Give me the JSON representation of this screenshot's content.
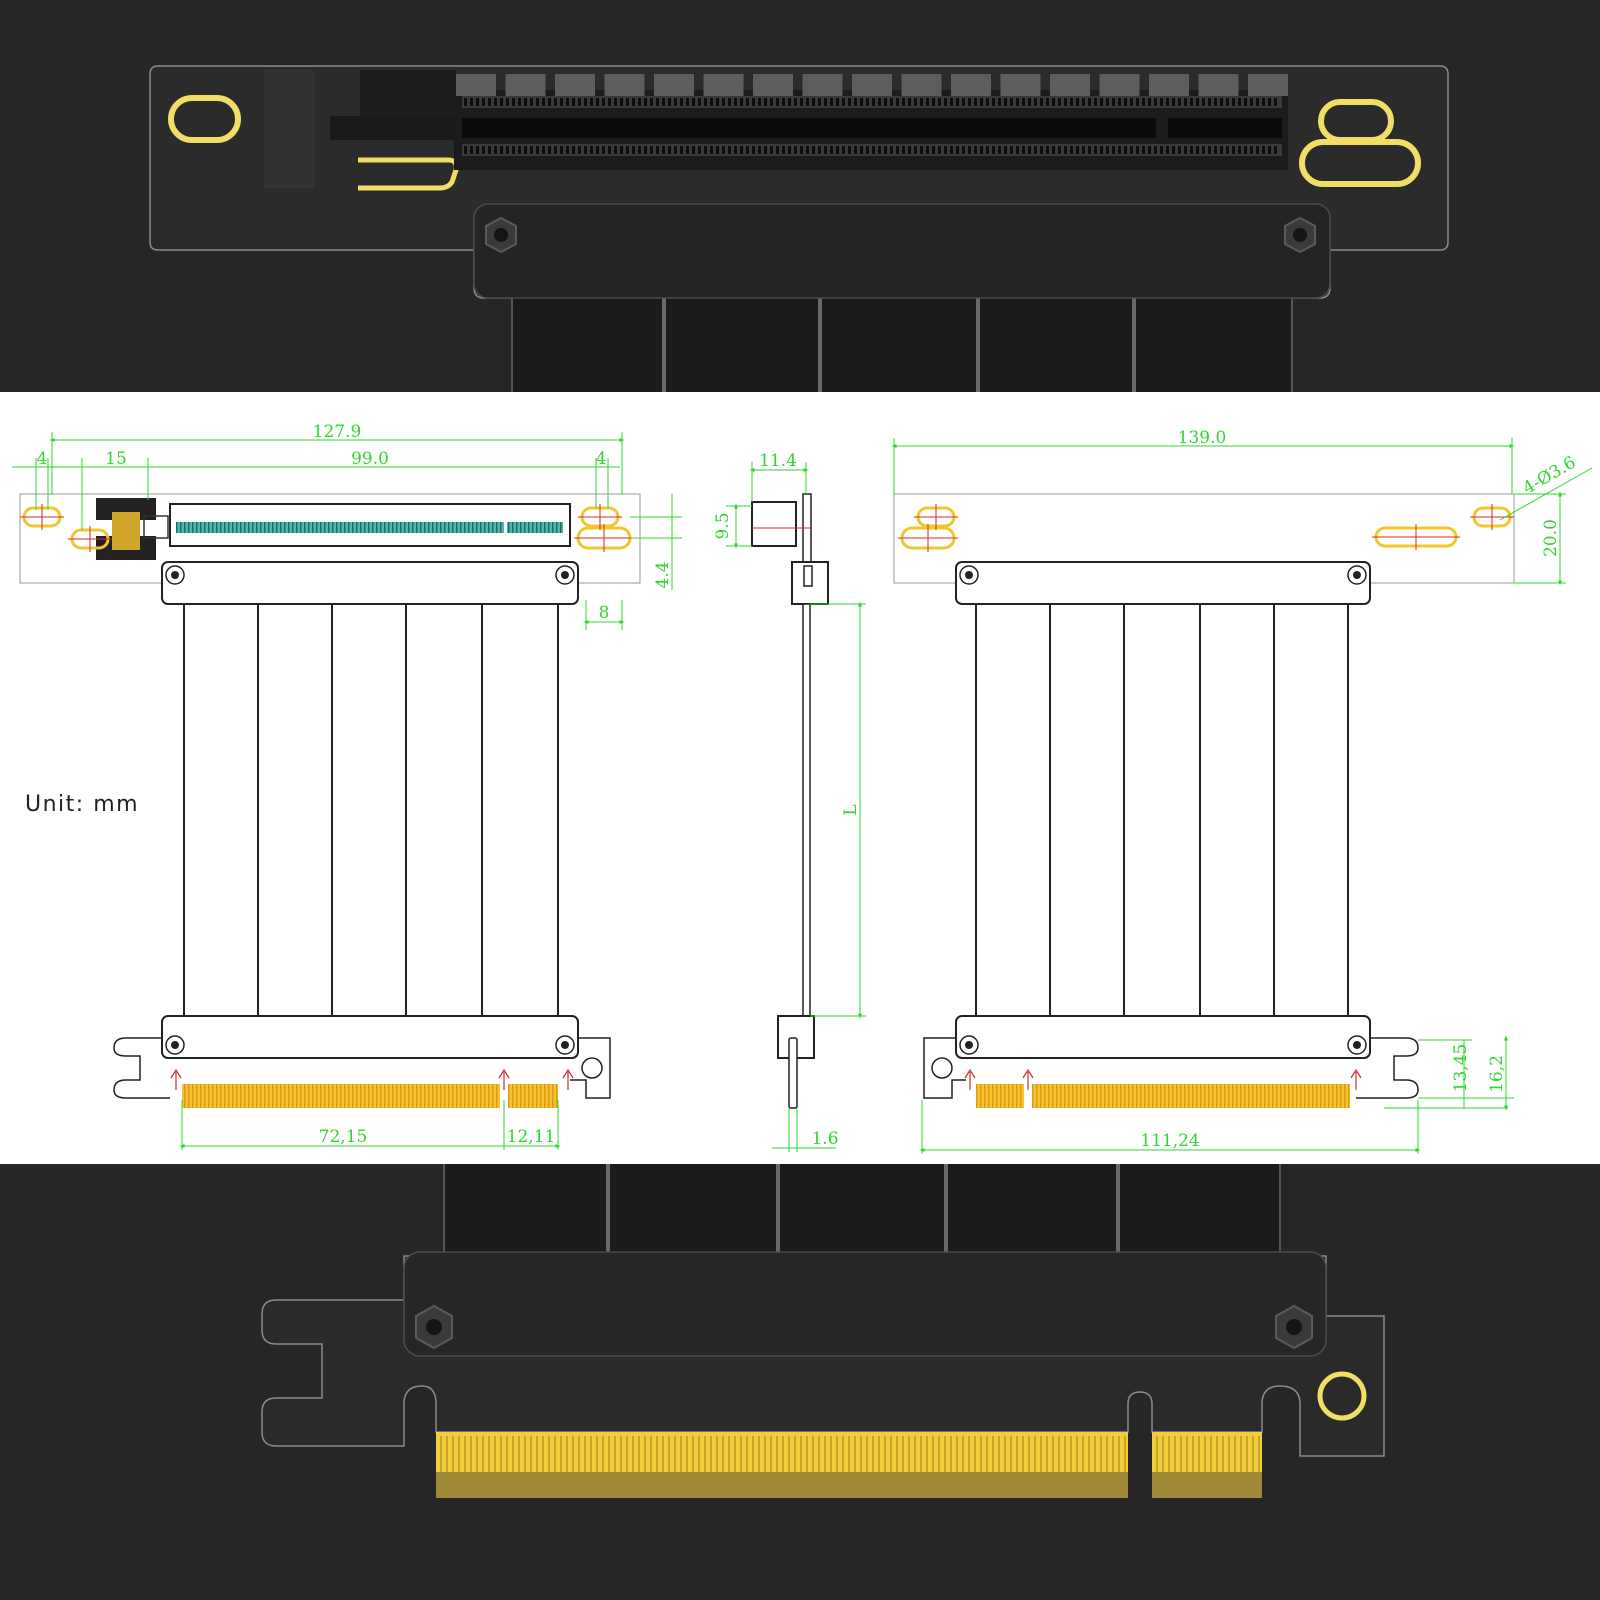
{
  "unit_label": "Unit: mm",
  "dimensions": {
    "front_overall_width": "127.9",
    "front_left_offset": "4",
    "front_slot_offset": "15",
    "front_slot_length": "99.0",
    "front_right_offset": "4",
    "front_hole_spacing": "4.4",
    "front_hole_inset": "8",
    "front_finger_main": "72,15",
    "front_finger_short": "12,11",
    "side_depth": "11.4",
    "side_height": "9.5",
    "side_length": "L",
    "side_thickness": "1.6",
    "back_overall_width": "139.0",
    "back_hole_spec": "4-Ø3.6",
    "back_bracket_height": "20.0",
    "back_finger_span": "111,24",
    "back_finger_height_a": "13,45",
    "back_finger_height_b": "16,2"
  },
  "colors": {
    "dark_background": "#262626",
    "gold_accent": "#f2dd66",
    "dimension_green": "#2fd62f",
    "marker_red": "#d42a2a",
    "connector_teal": "#4fb7b0",
    "finger_gold": "#f5c235"
  }
}
